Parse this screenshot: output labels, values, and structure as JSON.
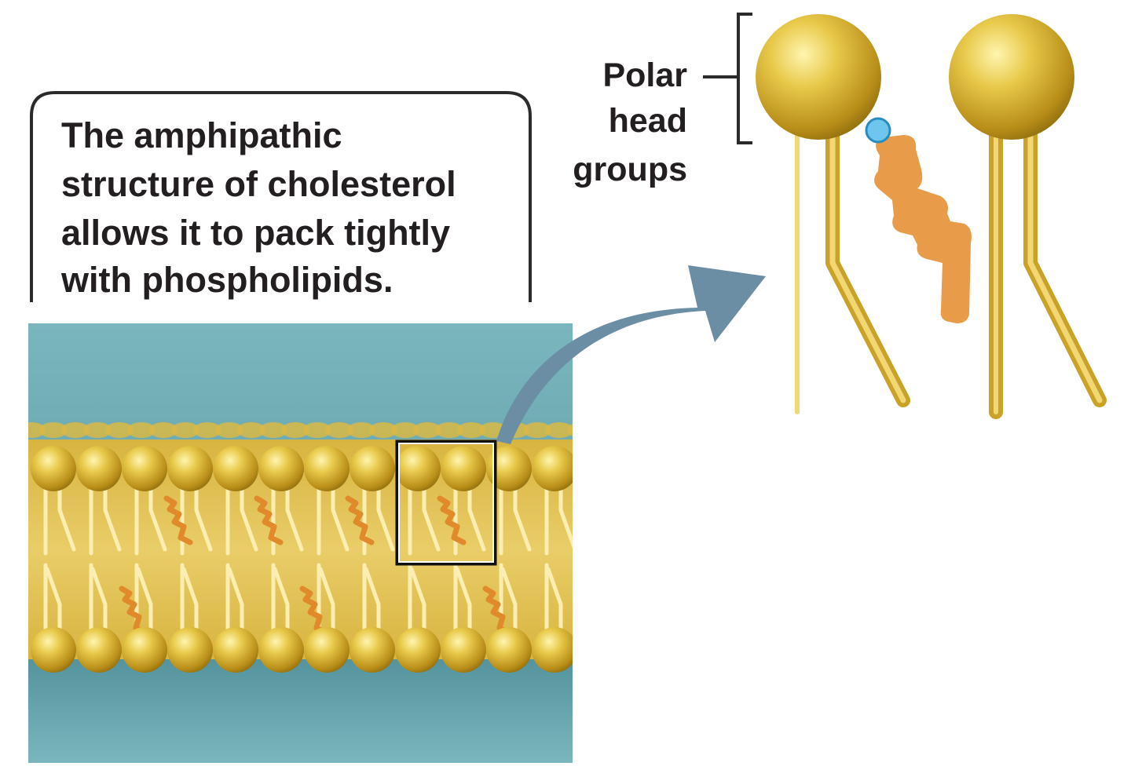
{
  "caption": {
    "lines": [
      "The amphipathic",
      "structure of cholesterol",
      "allows it to pack tightly",
      "with phospholipids."
    ]
  },
  "label": {
    "lines": [
      "Polar",
      "head",
      "groups"
    ]
  },
  "colors": {
    "water": "#6fabb3",
    "lipid_head": "#c9a227",
    "lipid_tail": "#d9b53a",
    "cholesterol": "#e89c4a",
    "cholesterol_oh": "#6ec6ee",
    "arrow": "#6c8ea4",
    "text": "#231f20"
  }
}
